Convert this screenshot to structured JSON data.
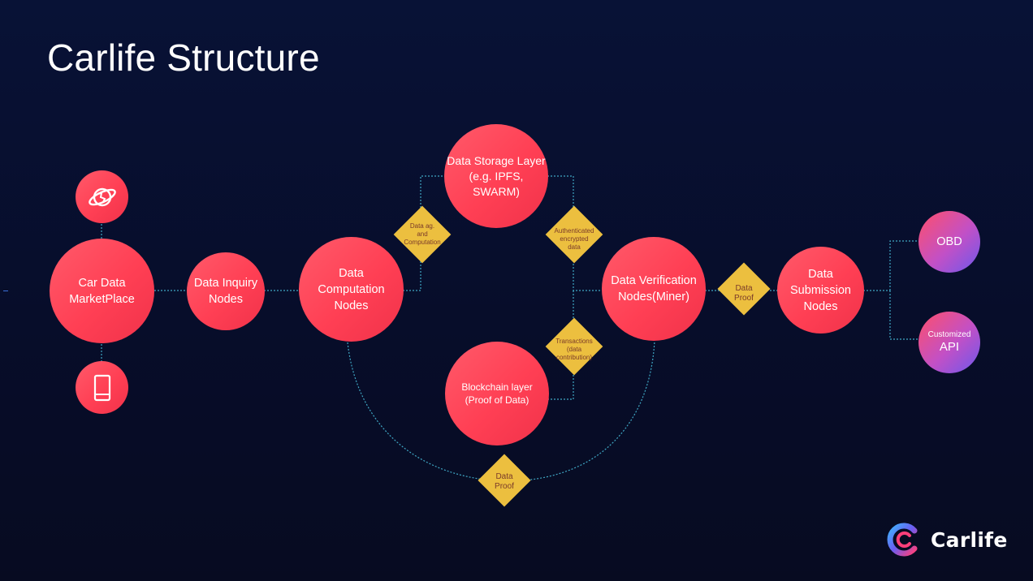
{
  "title": "Carlife Structure",
  "nodes": {
    "marketplace": "Car Data\nMarketPlace",
    "inquiry": "Data Inquiry\nNodes",
    "computation": "Data\nComputation\nNodes",
    "storage": "Data Storage Layer\n(e.g. IPFS, SWARM)",
    "blockchain": "Blockchain layer\n(Proof of Data)",
    "verification": "Data Verification\nNodes(Miner)",
    "submission": "Data\nSubmission\nNodes",
    "obd": "OBD",
    "api_top": "Customized",
    "api_bottom": "API"
  },
  "diamonds": {
    "data_ag": "Data ag.\nand\nComputation",
    "authenticated": "Authenticated\nencrypted\ndata",
    "transactions": "Transactions\n(data\ncontribution)",
    "data_proof_right": "Data\nProof",
    "data_proof_bottom": "Data\nProof"
  },
  "icons": {
    "planet": "planet-icon",
    "phone": "smartphone-icon",
    "logo": "carlife-logo-icon"
  },
  "brand": {
    "name": "Carlife"
  },
  "colors": {
    "background": "#070d2a",
    "node": "#ff4a5e",
    "diamond": "#ecbf3f",
    "connector": "#3fa7c4",
    "gradient_end": "#6c58ec"
  }
}
